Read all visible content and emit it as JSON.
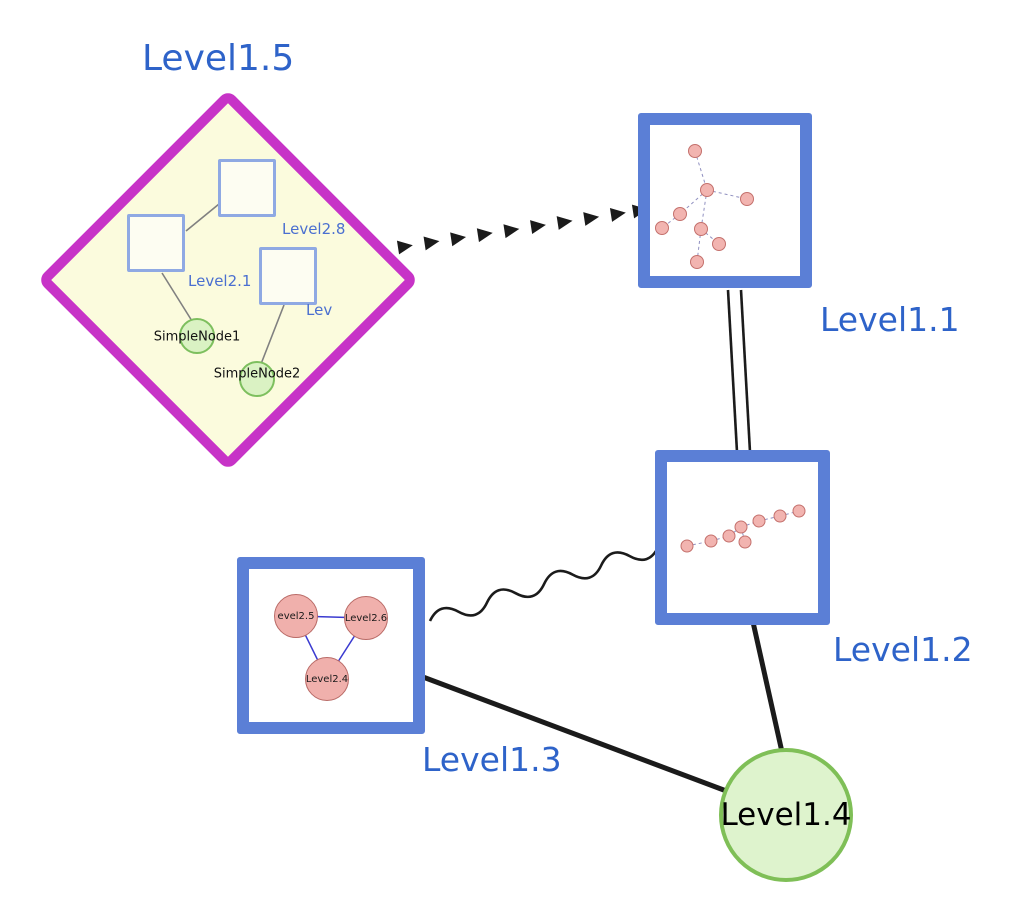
{
  "nodes": {
    "level15": {
      "label": "Level1.5",
      "type": "group-diamond",
      "border_color": "#c733c7",
      "fill": "#fbfbdd"
    },
    "level11": {
      "label": "Level1.1",
      "type": "group-square",
      "border_color": "#5b7fd6"
    },
    "level12": {
      "label": "Level1.2",
      "type": "group-square",
      "border_color": "#5b7fd6"
    },
    "level13": {
      "label": "Level1.3",
      "type": "group-square",
      "border_color": "#5b7fd6"
    },
    "level14": {
      "label": "Level1.4",
      "type": "circle",
      "border_color": "#7fbf57",
      "fill": "#def3cd"
    }
  },
  "level15_children": {
    "squares": [
      {
        "label": "Level2.8"
      },
      {
        "label": "Level2.1"
      },
      {
        "label": "Lev"
      }
    ],
    "circles": [
      {
        "label": "SimpleNode1"
      },
      {
        "label": "SimpleNode2"
      }
    ]
  },
  "level13_children": [
    {
      "label": "evel2.5"
    },
    {
      "label": "Level2.6"
    },
    {
      "label": "Level2.4"
    }
  ],
  "edges": [
    {
      "from": "Level1.5",
      "to": "Level1.1",
      "style": "bold-dashed-arrow"
    },
    {
      "from": "Level1.1",
      "to": "Level1.2",
      "style": "double-line"
    },
    {
      "from": "Level1.3",
      "to": "Level1.2",
      "style": "wavy"
    },
    {
      "from": "Level1.3",
      "to": "Level1.4",
      "style": "solid-thick"
    },
    {
      "from": "Level1.2",
      "to": "Level1.4",
      "style": "solid-thick"
    },
    {
      "from": "Level2.1",
      "to": "Level2.8",
      "style": "thin-gray"
    },
    {
      "from": "Level2.1",
      "to": "SimpleNode1",
      "style": "thin-gray"
    },
    {
      "from": "Lev",
      "to": "SimpleNode2",
      "style": "thin-gray"
    },
    {
      "from": "evel2.5",
      "to": "Level2.6",
      "style": "thin-blue"
    },
    {
      "from": "evel2.5",
      "to": "Level2.4",
      "style": "thin-blue"
    },
    {
      "from": "Level2.6",
      "to": "Level2.4",
      "style": "thin-blue"
    }
  ],
  "inner_graphs": {
    "level11": {
      "node_count": 8,
      "edge_style": "dashed"
    },
    "level12": {
      "node_count": 8,
      "edge_style": "dashed"
    }
  },
  "colors": {
    "label_blue": "#2e63c9",
    "group_border_blue": "#5b7fd6",
    "diamond_magenta": "#c733c7",
    "diamond_fill_yellow": "#fbfbdd",
    "green_fill": "#daf2c3",
    "green_border": "#7dbf5e",
    "pink_fill": "#f0b0ac",
    "pink_border": "#b96a66",
    "edge_black": "#1b1b1b"
  }
}
